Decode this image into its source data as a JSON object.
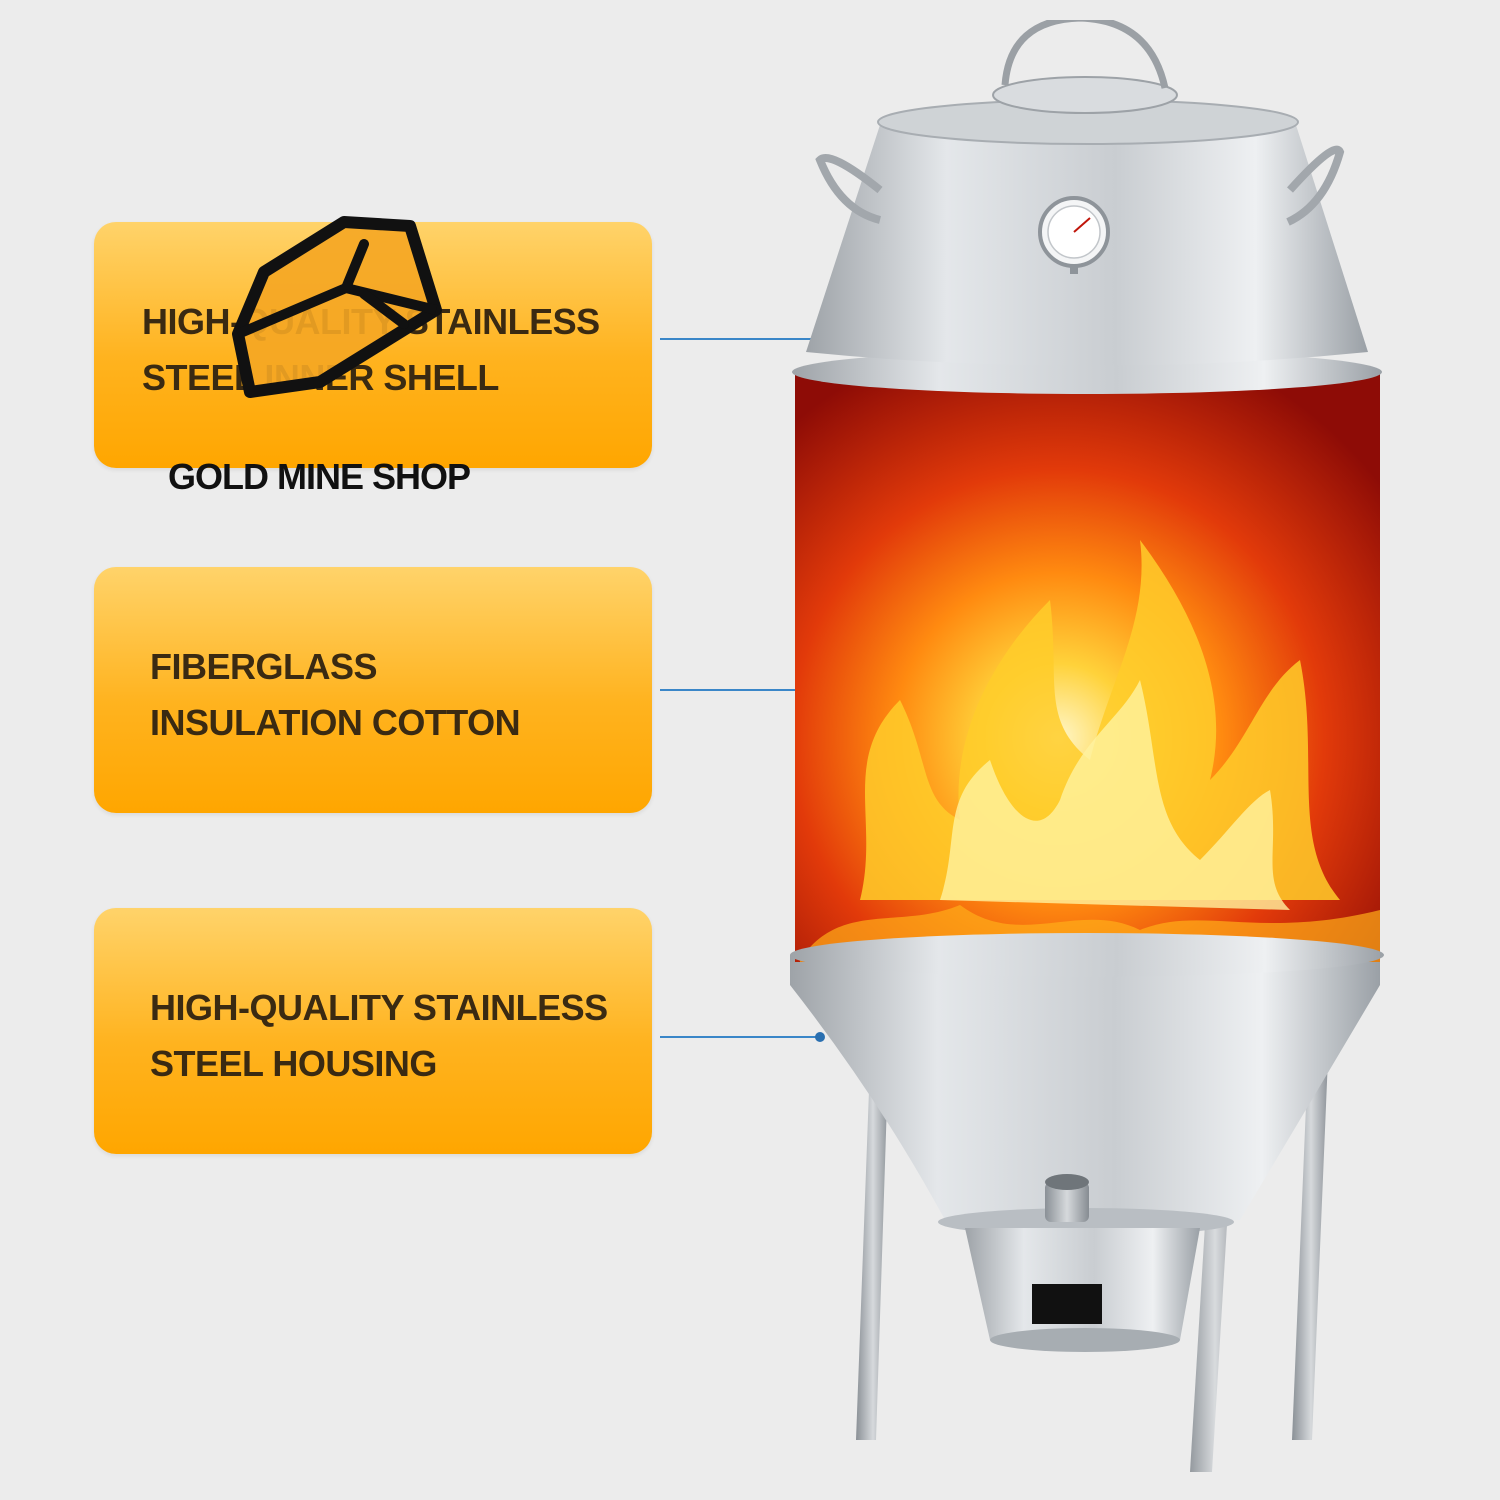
{
  "labels": [
    {
      "line1": "HIGH-QUALITY STAINLESS",
      "line2": "STEEL INNER SHELL"
    },
    {
      "line1": "FIBERGLASS",
      "line2": "INSULATION COTTON"
    },
    {
      "line1": "HIGH-QUALITY STAINLESS",
      "line2": "STEEL HOUSING"
    }
  ],
  "watermark": {
    "shop_name": "GOLD MINE SHOP",
    "logo_icon": "gold-bar-icon"
  },
  "colors": {
    "label_orange": "#ffb31f",
    "leader_blue": "#3a86c8",
    "flame_red": "#c0150a",
    "steel": "#c8ccd0"
  },
  "gauge_icon": "thermometer-dial-icon"
}
